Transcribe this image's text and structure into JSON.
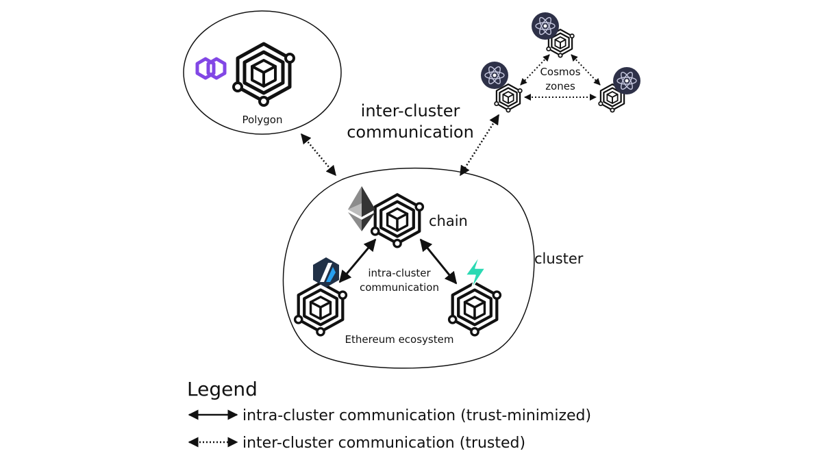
{
  "labels": {
    "polygon": "Polygon",
    "inter_cluster_line1": "inter-cluster",
    "inter_cluster_line2": "communication",
    "cosmos_line1": "Cosmos",
    "cosmos_line2": "zones",
    "chain": "chain",
    "cluster": "cluster",
    "intra_cluster_line1": "intra-cluster",
    "intra_cluster_line2": "communication",
    "ethereum_ecosystem": "Ethereum ecosystem"
  },
  "legend": {
    "title": "Legend",
    "intra": "intra-cluster communication (trust-minimized)",
    "inter": "inter-cluster communication (trusted)"
  },
  "colors": {
    "stroke": "#111111",
    "polygon_purple": "#8247e5",
    "cosmos_dark": "#2e3148",
    "cosmos_light": "#c7c9e0",
    "arbitrum_navy": "#213147",
    "arbitrum_blue": "#28a0f0",
    "starknet_green": "#2bd9b3",
    "eth_dark": "#343434",
    "eth_mid": "#8c8c8c",
    "eth_light": "#c8c8c8"
  },
  "icons": {
    "chain": "hexagon-cube-icon",
    "polygon": "polygon-logo-icon",
    "cosmos": "cosmos-atom-icon",
    "ethereum": "ethereum-logo-icon",
    "arbitrum": "arbitrum-logo-icon",
    "starknet": "lightning-logo-icon"
  }
}
